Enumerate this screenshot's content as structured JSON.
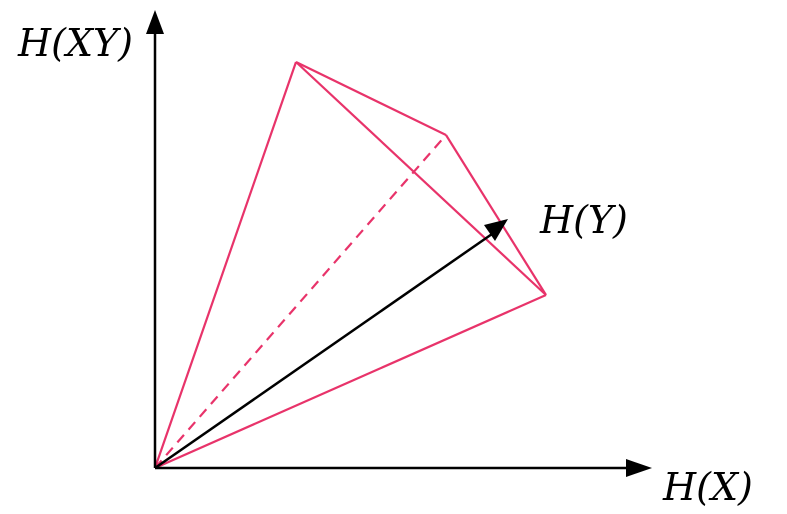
{
  "axes": {
    "x_label": "H(X)",
    "y_label": "H(XY)",
    "z_label": "H(Y)"
  },
  "colors": {
    "axis": "#000000",
    "cone": "#e8336a",
    "background": "#ffffff"
  }
}
